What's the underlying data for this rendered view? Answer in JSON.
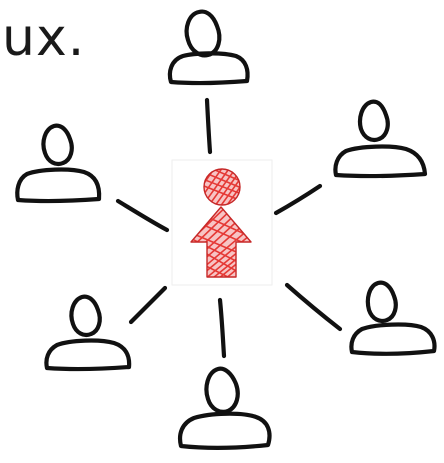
{
  "heading": {
    "text": "ux."
  },
  "diagram": {
    "center_node": {
      "icon": "user-arrow-up-icon",
      "color": "#e53935"
    },
    "outer_nodes": [
      {
        "icon": "person-outline-icon",
        "position": "top"
      },
      {
        "icon": "person-outline-icon",
        "position": "upper-left"
      },
      {
        "icon": "person-outline-icon",
        "position": "upper-right"
      },
      {
        "icon": "person-outline-icon",
        "position": "lower-left"
      },
      {
        "icon": "person-outline-icon",
        "position": "lower-right"
      },
      {
        "icon": "person-outline-icon",
        "position": "bottom"
      }
    ],
    "ink_color": "#111111"
  }
}
